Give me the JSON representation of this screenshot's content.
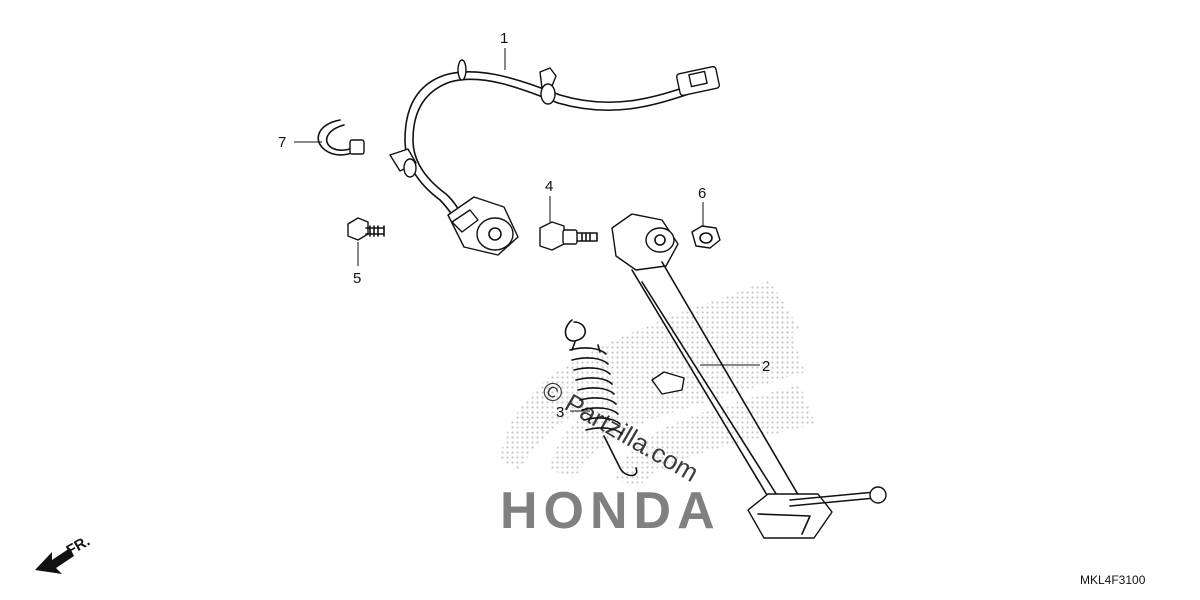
{
  "callouts": {
    "c1": "1",
    "c2": "2",
    "c3": "3",
    "c4": "4",
    "c5": "5",
    "c6": "6",
    "c7": "7"
  },
  "direction_label": "FR.",
  "diagram_code": "MKL4F3100",
  "watermark": {
    "url": "© Partzilla.com",
    "brand": "HONDA"
  },
  "icons": {
    "direction": "front-direction-arrow-icon",
    "brand_logo": "honda-wing-logo-icon"
  }
}
